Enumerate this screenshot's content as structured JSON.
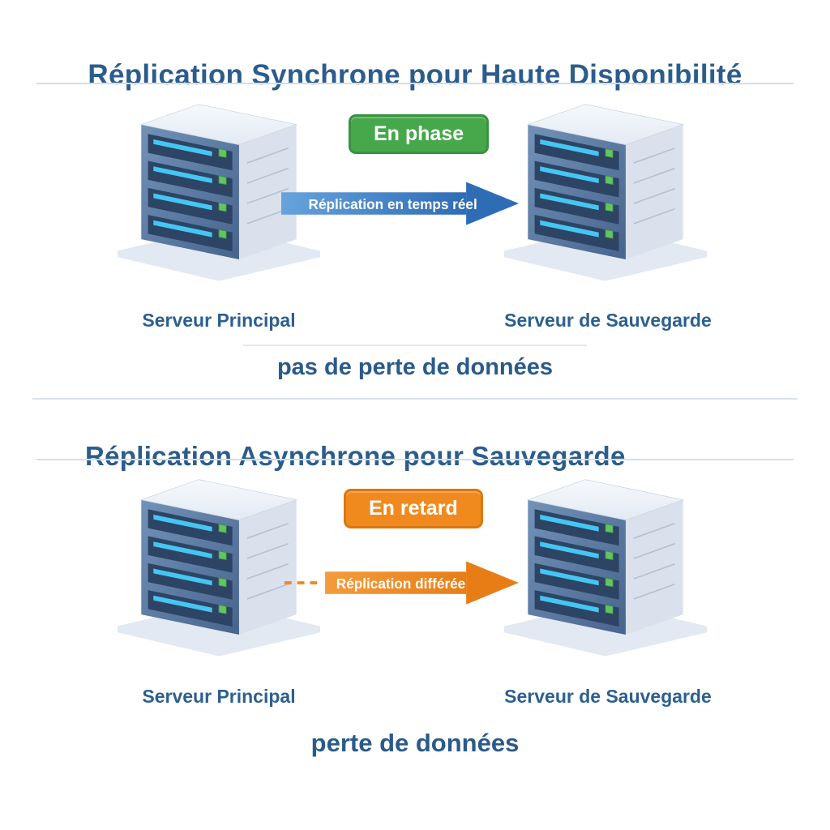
{
  "sections": [
    {
      "title": "Réplication Synchrone pour Haute Disponibilité",
      "badge": {
        "label": "En phase",
        "color": "#46a84b"
      },
      "arrow": {
        "label": "Réplication en temps réel",
        "color": "#2e6cb5",
        "style": "solid"
      },
      "servers": {
        "left": "Serveur Principal",
        "right": "Serveur de Sauvegarde"
      },
      "caption": "pas de perte de données"
    },
    {
      "title": "Réplication Asynchrone pour Sauvegarde",
      "badge": {
        "label": "En retard",
        "color": "#f08a1f"
      },
      "arrow": {
        "label": "Réplication différée",
        "color": "#e87d15",
        "style": "dashed-start"
      },
      "servers": {
        "left": "Serveur Principal",
        "right": "Serveur de Sauvegarde"
      },
      "caption": "perte de données"
    }
  ],
  "palette": {
    "heading_text": "#2b5c8e",
    "sync_green": "#46a84b",
    "alert_orange": "#f08a1f",
    "arrow_blue": "#2e6cb5",
    "server_light_bar": "#45c6f2",
    "server_led_green": "#62c462"
  }
}
